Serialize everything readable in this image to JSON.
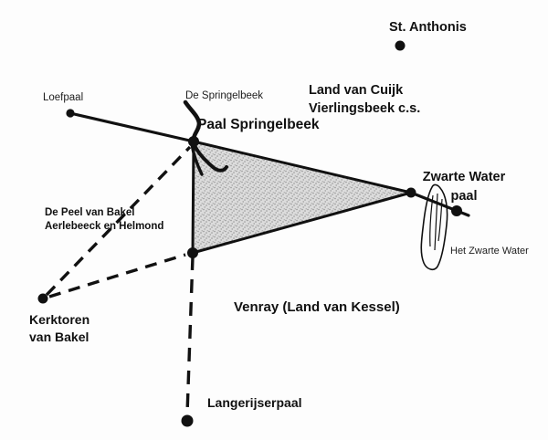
{
  "colors": {
    "ink": "#111111",
    "background": "#fdfdfd",
    "territory_fill": "#dcdcdc",
    "territory_speckle": "#969696"
  },
  "regions": {
    "land_van_cuijk": {
      "line1": "Land van Cuijk",
      "line2": "Vierlingsbeek c.s."
    },
    "de_peel": {
      "line1": "De Peel van Bakel",
      "line2": "Aerlebeeck en Helmond"
    },
    "venray": {
      "label": "Venray (Land van Kessel)"
    }
  },
  "places": {
    "st_anthonis": {
      "label": "St. Anthonis"
    },
    "loefpaal": {
      "label": "Loefpaal"
    },
    "paal_springelbeek": {
      "label": "Paal Springelbeek"
    },
    "zwarte_water_paal": {
      "line1": "Zwarte Water",
      "line2": "paal"
    },
    "kerktoren_van_bakel": {
      "line1": "Kerktoren",
      "line2": "van Bakel"
    },
    "langerijserpaal": {
      "label": "Langerijserpaal"
    }
  },
  "waters": {
    "de_springelbeek": {
      "label": "De Springelbeek"
    },
    "het_zwarte_water": {
      "label": "Het Zwarte Water"
    }
  }
}
